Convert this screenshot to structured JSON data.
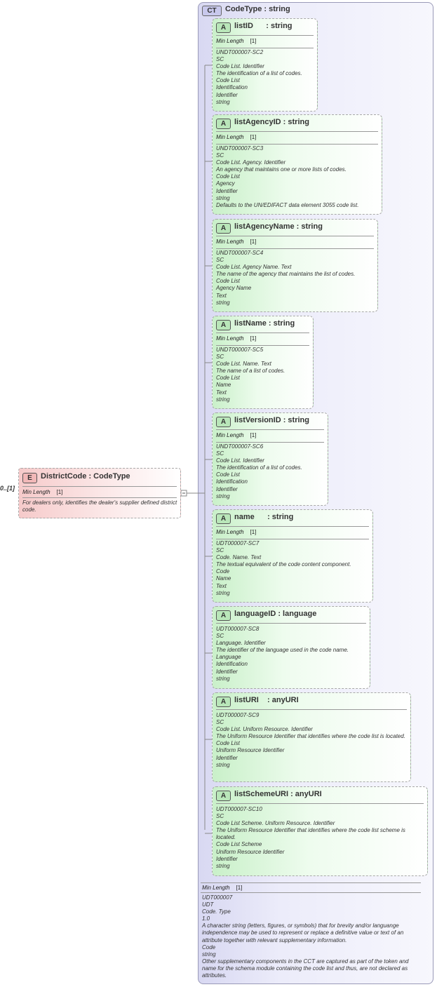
{
  "element": {
    "badge": "E",
    "title": "DistrictCode : CodeType",
    "cardinality": "0..[1]",
    "facet_label": "Min Length",
    "facet_value": "[1]",
    "doc": "For dealers only, identifies the dealer's supplier defined district code."
  },
  "complex_type": {
    "badge": "CT",
    "title": "CodeType : string",
    "facet_label": "Min Length",
    "facet_value": "[1]",
    "doc_lines": [
      "UDT000007",
      "UDT",
      "Code. Type",
      "1.0",
      "A character string (letters, figures, or symbols) that for brevity and/or languange independence may be used to represent or replace a definitive value or text of an attribute together with relevant supplementary information.",
      "Code",
      "string",
      "Other supplementary components in the CCT are captured as part of the token and name for the schema module containing the code list and thus, are not declared as attributes."
    ]
  },
  "attributes": [
    {
      "badge": "A",
      "title": "listID      : string",
      "facet_label": "Min Length",
      "facet_value": "[1]",
      "doc_lines": [
        "UNDT000007-SC2",
        "SC",
        "Code List. Identifier",
        "The identification of a list of codes.",
        "Code List",
        "Identification",
        "Identifier",
        "string"
      ]
    },
    {
      "badge": "A",
      "title": "listAgencyID : string",
      "facet_label": "Min Length",
      "facet_value": "[1]",
      "doc_lines": [
        "UNDT000007-SC3",
        "SC",
        "Code List. Agency. Identifier",
        "An agency that maintains one or more lists of codes.",
        "Code List",
        "Agency",
        "Identifier",
        "string",
        "Defaults to the UN/EDIFACT data element 3055 code list."
      ]
    },
    {
      "badge": "A",
      "title": "listAgencyName : string",
      "facet_label": "Min Length",
      "facet_value": "[1]",
      "doc_lines": [
        "UNDT000007-SC4",
        "SC",
        "Code List. Agency Name. Text",
        "The name of the agency that maintains the list of codes.",
        "Code List",
        "Agency Name",
        "Text",
        "string"
      ]
    },
    {
      "badge": "A",
      "title": "listName : string",
      "facet_label": "Min Length",
      "facet_value": "[1]",
      "doc_lines": [
        "UNDT000007-SC5",
        "SC",
        "Code List. Name. Text",
        "The name of a list of codes.",
        "Code List",
        "Name",
        "Text",
        "string"
      ]
    },
    {
      "badge": "A",
      "title": "listVersionID : string",
      "facet_label": "Min Length",
      "facet_value": "[1]",
      "doc_lines": [
        "UNDT000007-SC6",
        "SC",
        "Code List. Identifier",
        "The identification of a list of codes.",
        "Code List",
        "Identification",
        "Identifier",
        "string"
      ]
    },
    {
      "badge": "A",
      "title": "name      : string",
      "facet_label": "Min Length",
      "facet_value": "[1]",
      "doc_lines": [
        "UDT000007-SC7",
        "SC",
        "Code. Name. Text",
        "The textual equivalent of the code content component.",
        "Code",
        "Name",
        "Text",
        "string"
      ]
    },
    {
      "badge": "A",
      "title": "languageID : language",
      "doc_lines": [
        "UDT000007-SC8",
        "SC",
        "Language. Identifier",
        "The identifier of the language used in the code name.",
        "Language",
        "Identification",
        "Identifier",
        "string"
      ]
    },
    {
      "badge": "A",
      "title": "listURI    : anyURI",
      "doc_lines": [
        "UDT000007-SC9",
        "SC",
        "Code List. Uniform Resource. Identifier",
        "The Uniform Resource Identifier that identifies where the code list is located.",
        "Code List",
        "Uniform Resource Identifier",
        "Identifier",
        "string"
      ]
    },
    {
      "badge": "A",
      "title": "listSchemeURI : anyURI",
      "doc_lines": [
        "UDT000007-SC10",
        "SC",
        "Code List Scheme. Uniform Resource. Identifier",
        "The Uniform Resource Identifier that identifies where the code list scheme is located.",
        "Code List Scheme",
        "Uniform Resource Identifier",
        "Identifier",
        "string"
      ]
    }
  ]
}
